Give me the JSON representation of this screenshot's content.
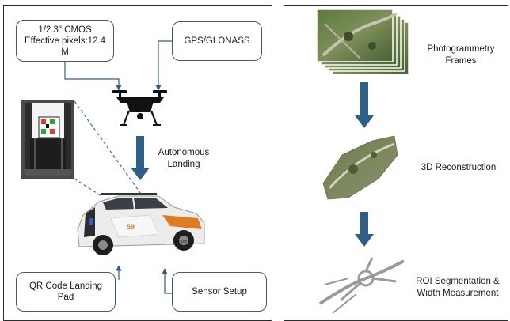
{
  "left_panel": {
    "camera_box": {
      "line1": "1/2.3\" CMOS",
      "line2": "Effective pixels:12.4",
      "line3": "M"
    },
    "gps_box": {
      "label": "GPS/GLONASS"
    },
    "autonomous_label": {
      "line1": "Autonomous",
      "line2": "Landing"
    },
    "qr_box": {
      "line1": "QR Code Landing",
      "line2": "Pad"
    },
    "sensor_box": {
      "label": "Sensor Setup"
    },
    "car_plate": {
      "text": "GT 100"
    }
  },
  "right_panel": {
    "frames_label": {
      "line1": "Photogrammetry",
      "line2": "Frames"
    },
    "recon_label": {
      "label": "3D Reconstruction"
    },
    "roi_label": {
      "line1": "ROI Segmentation &",
      "line2": "Width Measurement"
    }
  },
  "colors": {
    "arrow": "#2e5f86",
    "box_border": "#3d5a7a",
    "panel_border": "#2b2b2b",
    "car_body": "#f2f2f2",
    "car_accent": "#e07b22"
  }
}
